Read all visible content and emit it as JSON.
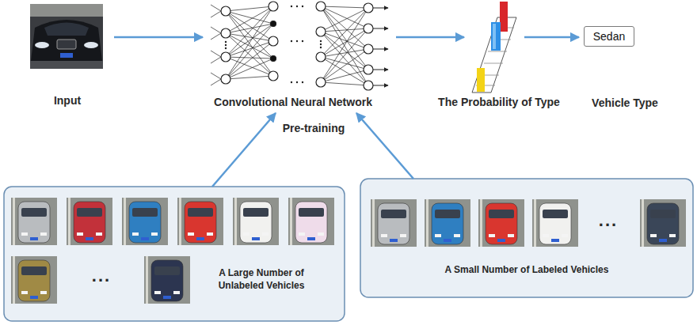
{
  "diagram": {
    "nodes": [
      {
        "text": [
          "Input"
        ]
      },
      {
        "text": [
          "Convolutional Neural Network"
        ]
      },
      {
        "text": [
          "The Probability of Type"
        ]
      },
      {
        "text": [
          "Sedan",
          "Vehicle Type"
        ]
      },
      {
        "text": [
          "A Large Number of Unlabeled Vehicles"
        ]
      },
      {
        "text": [
          "A Small Number of Labeled Vehicles"
        ]
      }
    ],
    "edges": [
      {
        "from": 0,
        "to": 1,
        "arrow": "to"
      },
      {
        "from": 1,
        "to": 2,
        "arrow": "to"
      },
      {
        "from": 2,
        "to": 3,
        "arrow": "to"
      },
      {
        "from": 4,
        "to": 1,
        "arrow": "to"
      },
      {
        "from": 5,
        "to": 1,
        "arrow": "to"
      }
    ],
    "labels": [
      "Pre-training",
      "...",
      "..."
    ]
  }
}
